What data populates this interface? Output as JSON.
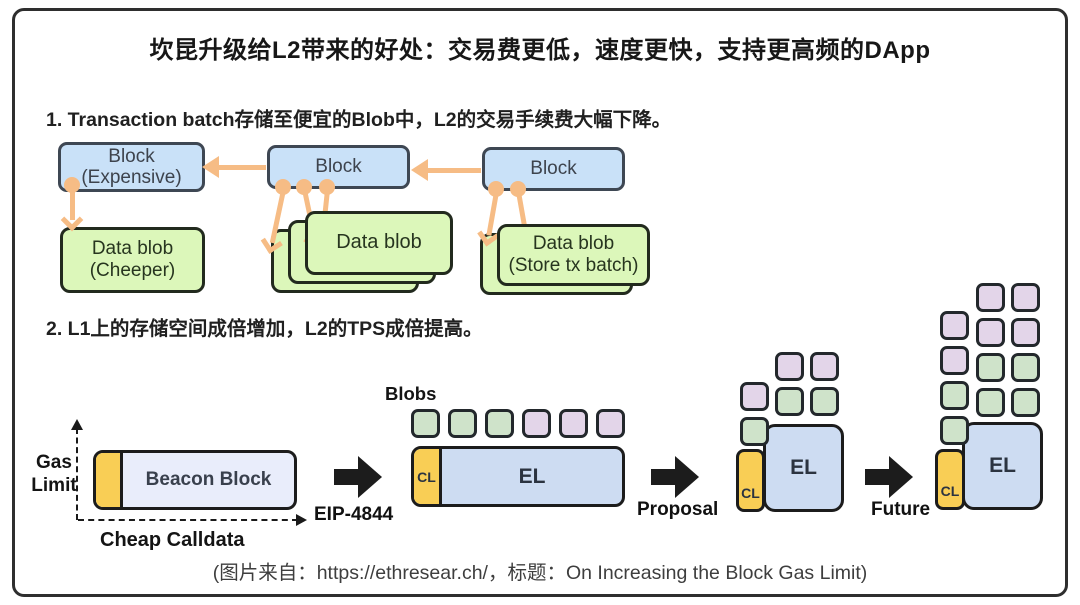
{
  "title": "坎昆升级给L2带来的好处：交易费更低，速度更快，支持更高频的DApp",
  "colors": {
    "block_blue": "#c9e1f8",
    "block_border": "#3e4753",
    "blob_card_green": "#dcf7ba",
    "arrow_orange": "#f6bc85",
    "beacon_body": "#e9edfb",
    "yellow": "#f9ce55",
    "el_blue": "#cddcf2",
    "blob_green": "#cfe3ca",
    "blob_purple": "#e3d5e9",
    "black_arrow": "#1c1c1c"
  },
  "section1": {
    "heading": "1. Transaction batch存储至便宜的Blob中，L2的交易手续费大幅下降。",
    "blocks": [
      {
        "line1": "Block",
        "line2": "(Expensive)"
      },
      {
        "line1": "Block"
      },
      {
        "line1": "Block"
      }
    ],
    "blobs": [
      {
        "line1": "Data blob",
        "line2": "(Cheeper)"
      },
      {
        "line1": "Data blob"
      },
      {
        "line1": "Data blob",
        "line2": "(Store tx batch)"
      }
    ]
  },
  "section2": {
    "heading": "2. L1上的存储空间成倍增加，L2的TPS成倍提高。",
    "gas_limit_line1": "Gas",
    "gas_limit_line2": "Limit",
    "cheap_calldata": "Cheap Calldata",
    "beacon_block": "Beacon Block",
    "blobs_label": "Blobs",
    "cl": "CL",
    "el": "EL",
    "steps": [
      "EIP-4844",
      "Proposal",
      "Future"
    ],
    "blob_colors": {
      "eip4844_row": [
        "green",
        "green",
        "green",
        "purple",
        "purple",
        "purple"
      ],
      "proposal_left": [
        "purple",
        "green"
      ],
      "proposal_grid": [
        "purple",
        "purple",
        "green",
        "green"
      ],
      "future_left": [
        "purple",
        "purple",
        "green",
        "green"
      ],
      "future_grid": [
        "purple",
        "purple",
        "purple",
        "purple",
        "green",
        "green",
        "green",
        "green"
      ]
    }
  },
  "caption": "(图片来自：https://ethresear.ch/，标题：On Increasing the Block Gas Limit)"
}
